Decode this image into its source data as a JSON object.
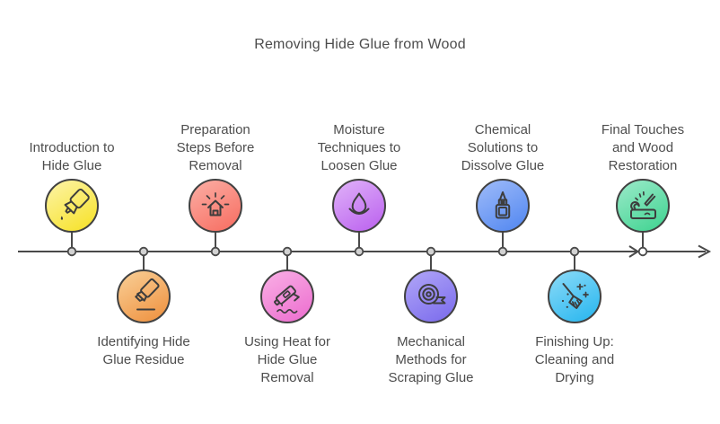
{
  "title": "Removing Hide Glue from Wood",
  "timeline": {
    "direction": "left-to-right",
    "axis_color": "#4a4a4a",
    "nodes": [
      {
        "label": "Introduction to Hide Glue",
        "side": "top",
        "icon": "glue-bottle-tilted-icon",
        "color": "#f7e437",
        "color_light": "#fcf29b"
      },
      {
        "label": "Identifying Hide Glue Residue",
        "side": "bottom",
        "icon": "highlighter-icon",
        "color": "#f0994a",
        "color_light": "#f8c98e"
      },
      {
        "label": "Preparation Steps Before Removal",
        "side": "top",
        "icon": "glowing-house-icon",
        "color": "#f8766a",
        "color_light": "#fba89e"
      },
      {
        "label": "Using Heat for Hide Glue Removal",
        "side": "bottom",
        "icon": "heat-gun-icon",
        "color": "#ee76d2",
        "color_light": "#f8a9e3"
      },
      {
        "label": "Moisture Techniques to Loosen Glue",
        "side": "top",
        "icon": "water-drop-icon",
        "color": "#c06cf0",
        "color_light": "#dcaaf8"
      },
      {
        "label": "Mechanical Methods for Scraping Glue",
        "side": "bottom",
        "icon": "tape-roll-icon",
        "color": "#8273ee",
        "color_light": "#aba0f6"
      },
      {
        "label": "Chemical Solutions to Dissolve Glue",
        "side": "top",
        "icon": "glue-bottle-icon",
        "color": "#5c8ef2",
        "color_light": "#97b6f8"
      },
      {
        "label": "Finishing Up: Cleaning and Drying",
        "side": "bottom",
        "icon": "broom-icon",
        "color": "#35bbf0",
        "color_light": "#82d7f7"
      },
      {
        "label": "Final Touches and Wood Restoration",
        "side": "top",
        "icon": "wood-carving-icon",
        "color": "#4cd698",
        "color_light": "#92e8c4"
      }
    ]
  }
}
